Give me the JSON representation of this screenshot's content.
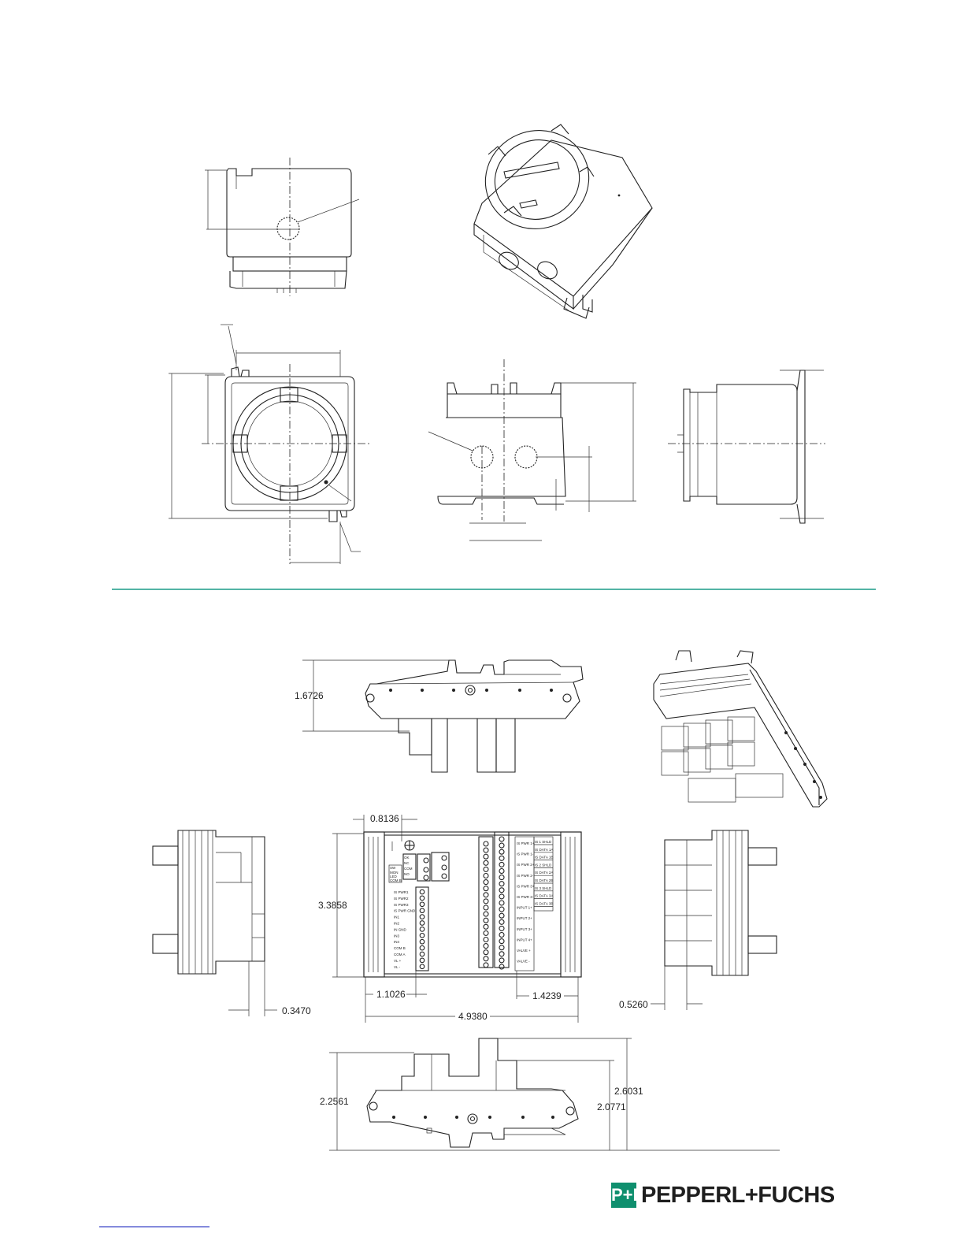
{
  "dimensions": {
    "top_height": "1.6726",
    "din_width": "0.8136",
    "din_height": "3.3858",
    "left_offset": "1.1026",
    "right_offset": "1.4239",
    "overall_width": "4.9380",
    "left_side_depth": "0.3470",
    "right_side_depth": "0.5260",
    "overall_height": "2.2561",
    "max_height": "2.6031",
    "rail_height": "2.0771"
  },
  "terminals": {
    "left_block": [
      "IS PWR1",
      "IS PWR2",
      "IS PWR3",
      "IS PWR GND",
      "IN1",
      "IN2",
      "IN GND",
      "IN3",
      "IN4",
      "COM B",
      "COM A",
      "VL +",
      "VL -"
    ],
    "small_block": [
      "OK",
      "NC",
      "COM",
      "NO"
    ],
    "status_labels": [
      "SW",
      "MON",
      "LED",
      "COM B"
    ],
    "right_top": [
      "IS PWR 1+",
      "IS PWR 1-",
      "IS PWR 2+",
      "IS PWR 2-",
      "IS PWR 3+",
      "IS PWR 3-",
      "INPUT 1+",
      "INPUT 2+",
      "INPUT 3+",
      "INPUT 4+",
      "VALVE +",
      "VALVE -"
    ],
    "right_col": [
      "IS 1 SHLD",
      "IS DATA 1A",
      "IS DATA 1B",
      "IS 2 SHLD",
      "IS DATA 2A",
      "IS DATA 2B",
      "IS 3 SHLD",
      "IS DATA 3A",
      "IS DATA 3B"
    ]
  },
  "brand": {
    "mark": "P+F",
    "name": "PEPPERL+FUCHS"
  },
  "colors": {
    "accent_line": "#1a9b87",
    "brand_green": "#0f8f6e",
    "footer_link": "#3b46c8"
  }
}
